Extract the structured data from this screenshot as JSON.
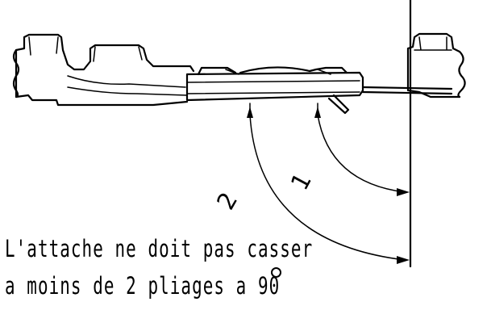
{
  "labels": {
    "angle_1": "1",
    "angle_2": "2"
  },
  "note": {
    "line1": "L'attache ne doit pas casser",
    "line2": "a moins de 2 pliages a 90"
  },
  "colors": {
    "ink": "#000000",
    "background": "#ffffff"
  }
}
